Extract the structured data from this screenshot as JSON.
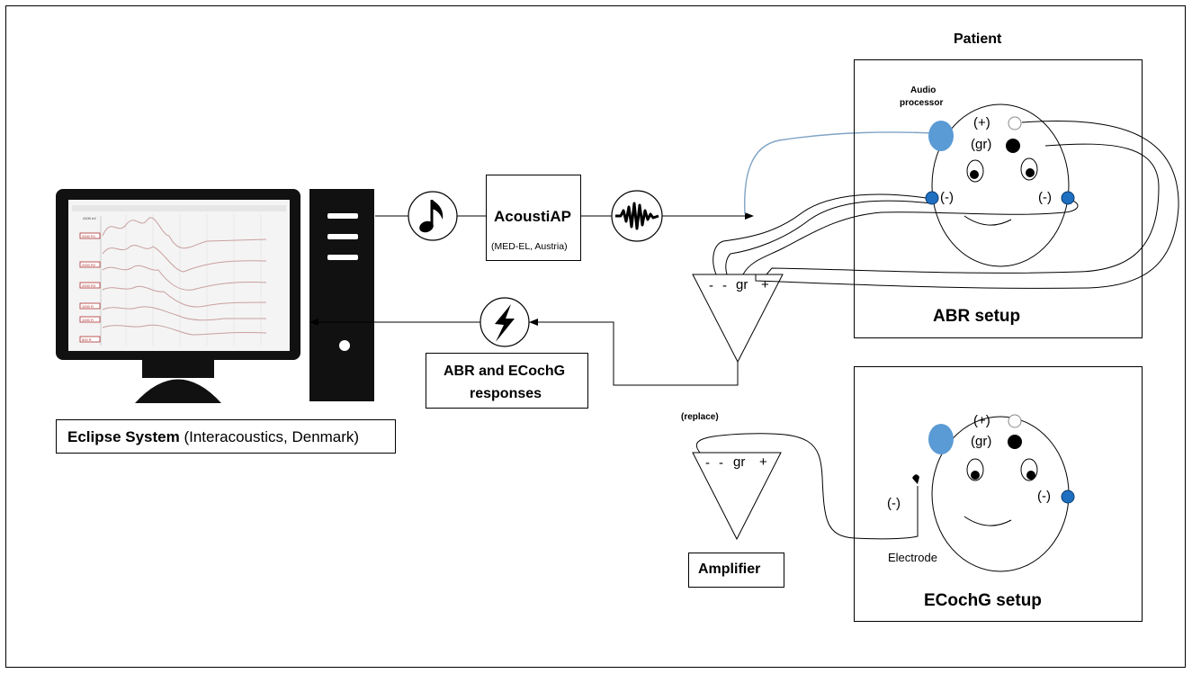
{
  "system_label": {
    "bold": "Eclipse System",
    "rest": " (Interacoustics, Denmark)"
  },
  "stimulator": {
    "name": "AcoustiAP",
    "maker": "(MED-EL, Austria)"
  },
  "responses_label": [
    "ABR and ECochG",
    "responses"
  ],
  "patient_label": "Patient",
  "abr_setup": {
    "title": "ABR setup",
    "audio_processor": [
      "Audio",
      "processor"
    ],
    "plus": "(+)",
    "gr": "(gr)",
    "minus_left": "(-)",
    "minus_right": "(-)"
  },
  "ecochg_setup": {
    "title": "ECochG setup",
    "plus": "(+)",
    "gr": "(gr)",
    "minus_left": "(-)",
    "minus_right": "(-)",
    "electrode": "Electrode"
  },
  "amplifier_top": {
    "pins": [
      "-",
      "-",
      "gr",
      "+"
    ]
  },
  "amplifier_bottom": {
    "pins": [
      "-",
      "-",
      "gr",
      "+"
    ],
    "replace": "(replace)",
    "label": "Amplifier"
  },
  "monitor": {
    "amplitude": "4100 nV",
    "rows": [
      "2000 R1",
      "2000 R2",
      "2000 R3",
      "1000 R",
      "1000 R",
      "500 R"
    ]
  },
  "colors": {
    "blue_dot": "#1f6fc0",
    "audio_processor": "#5b9bd5",
    "blue_wire": "#7fa3c4",
    "waveform_red": "#c0504d"
  }
}
